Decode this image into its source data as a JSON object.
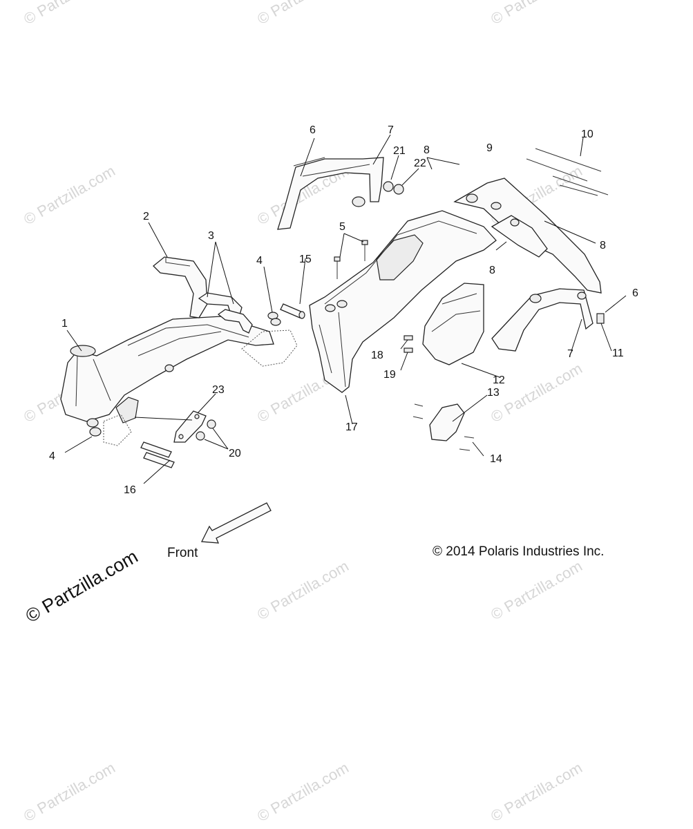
{
  "watermark": "© Partzilla.com",
  "watermark_large": "© Partzilla.com",
  "callouts": {
    "c1": "1",
    "c2": "2",
    "c3": "3",
    "c4a": "4",
    "c4b": "4",
    "c5": "5",
    "c6a": "6",
    "c6b": "6",
    "c7a": "7",
    "c7b": "7",
    "c8a": "8",
    "c8b": "8",
    "c8c": "8",
    "c9": "9",
    "c10": "10",
    "c11": "11",
    "c12": "12",
    "c13": "13",
    "c14": "14",
    "c15": "15",
    "c16": "16",
    "c17": "17",
    "c18": "18",
    "c19": "19",
    "c20": "20",
    "c21": "21",
    "c22": "22",
    "c23": "23"
  },
  "front_label": "Front",
  "copyright": "© 2014 Polaris Industries Inc."
}
